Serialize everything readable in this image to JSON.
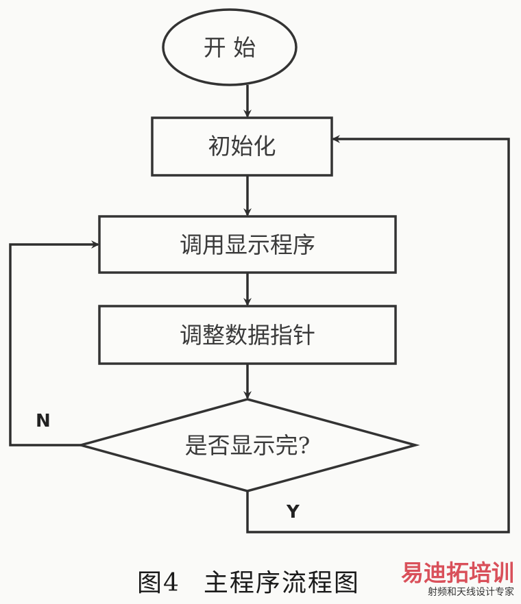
{
  "nodes": {
    "start": "开 始",
    "init": "初始化",
    "display": "调用显示程序",
    "adjust": "调整数据指针",
    "decision": "是否显示完?"
  },
  "branches": {
    "no": "N",
    "yes": "Y"
  },
  "caption": {
    "number": "图4",
    "title": "主程序流程图"
  },
  "watermark": {
    "brand": "易迪拓培训",
    "tagline": "射频和天线设计专家",
    "color": "#d9505a"
  }
}
